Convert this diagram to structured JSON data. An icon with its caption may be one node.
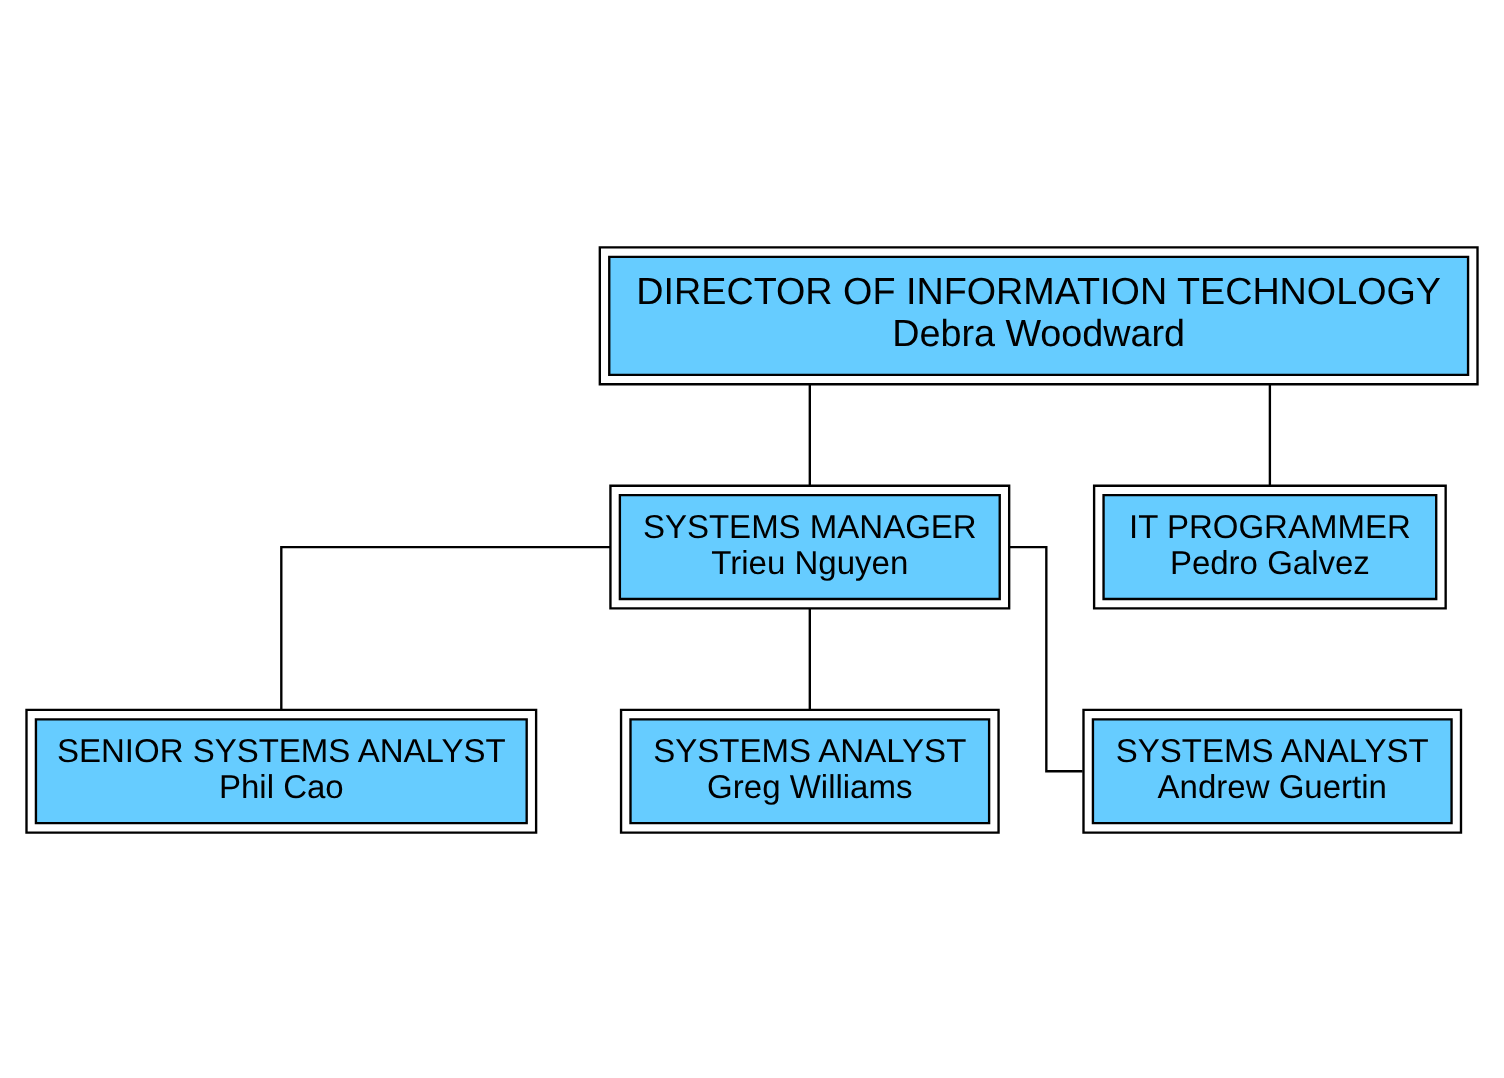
{
  "diagram": {
    "nodes": [
      {
        "text": [
          "DIRECTOR OF INFORMATION TECHNOLOGY",
          "Debra Woodward"
        ]
      },
      {
        "text": [
          "SYSTEMS MANAGER",
          "Trieu Nguyen"
        ]
      },
      {
        "text": [
          "IT PROGRAMMER",
          "Pedro Galvez"
        ]
      },
      {
        "text": [
          "SENIOR SYSTEMS ANALYST",
          "Phil Cao"
        ]
      },
      {
        "text": [
          "SYSTEMS ANALYST",
          "Greg Williams"
        ]
      },
      {
        "text": [
          "SYSTEMS ANALYST",
          "Andrew Guertin"
        ]
      }
    ],
    "edges": [
      {
        "from": 0,
        "to": 1,
        "arrow": "none"
      },
      {
        "from": 0,
        "to": 2,
        "arrow": "none"
      },
      {
        "from": 1,
        "to": 3,
        "arrow": "none"
      },
      {
        "from": 1,
        "to": 4,
        "arrow": "none"
      },
      {
        "from": 1,
        "to": 5,
        "arrow": "none"
      }
    ]
  }
}
